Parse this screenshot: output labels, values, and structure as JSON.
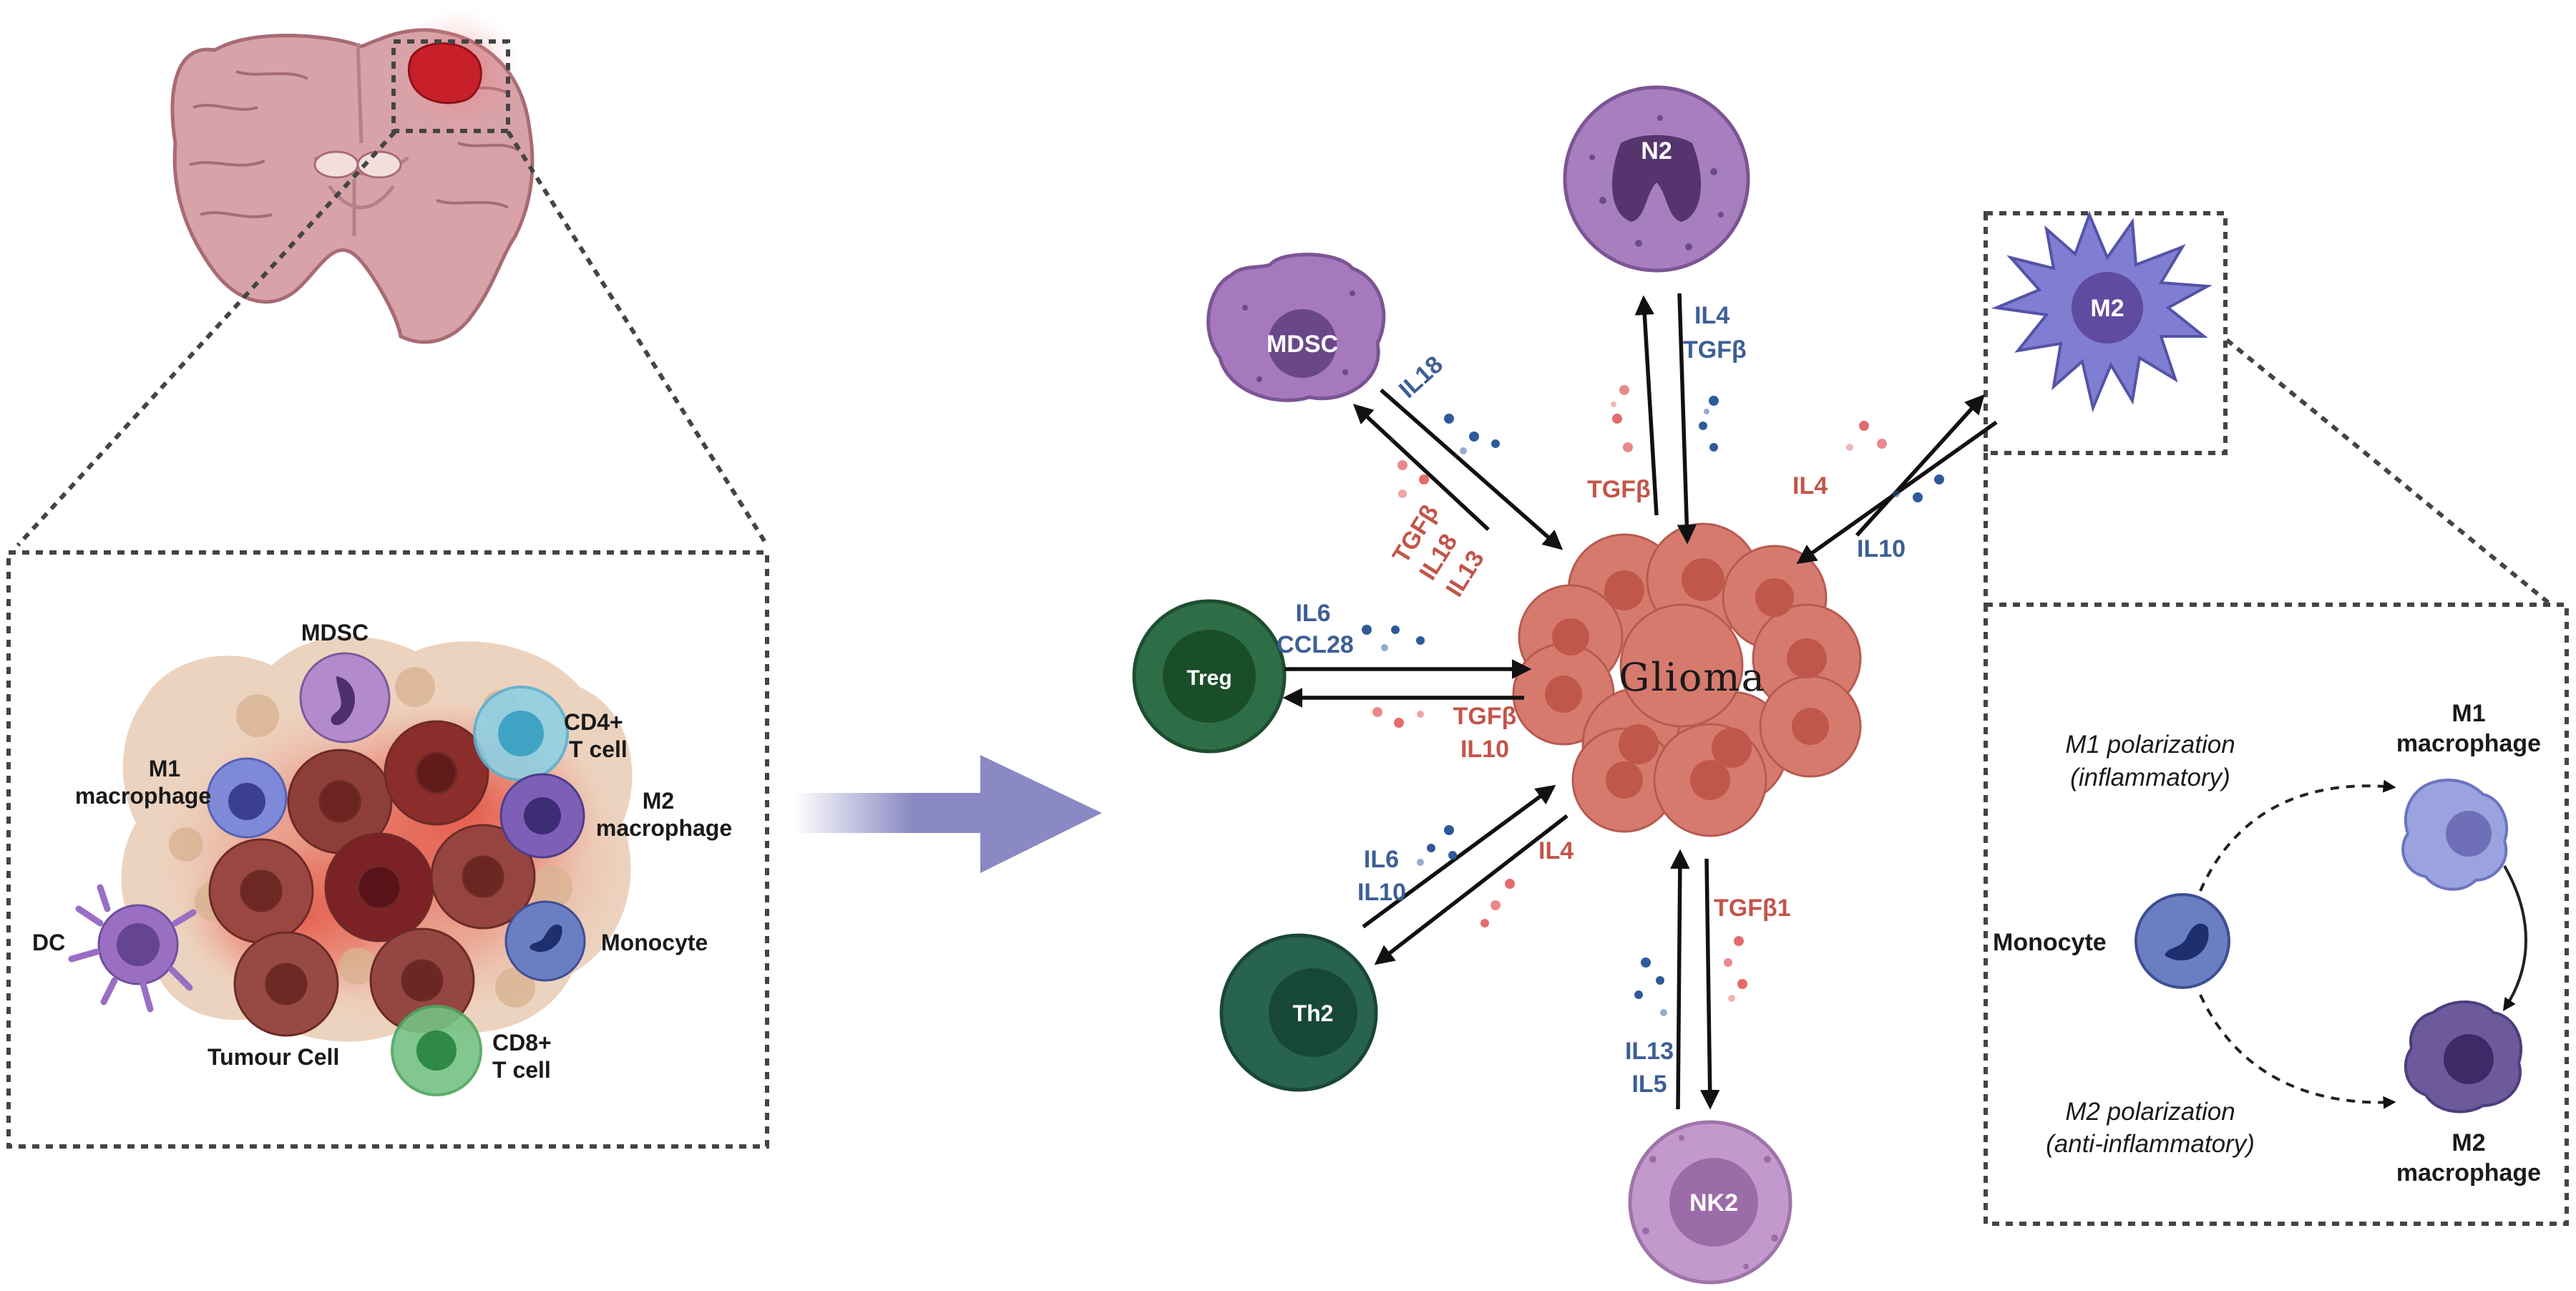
{
  "left_panel": {
    "cells": {
      "mdsc": "MDSC",
      "cd4": "CD4+\nT cell",
      "m1": "M1\nmacrophage",
      "m2": "M2\nmacrophage",
      "dc": "DC",
      "monocyte": "Monocyte",
      "tumour": "Tumour Cell",
      "cd8": "CD8+\nT cell"
    }
  },
  "center": {
    "glioma": "Glioma",
    "nodes": {
      "n2": "N2",
      "mdsc": "MDSC",
      "m2": "M2",
      "treg": "Treg",
      "th2": "Th2",
      "nk2": "NK2"
    },
    "cytokines": {
      "n2_to_glioma": [
        "IL4",
        "TGFβ"
      ],
      "glioma_to_n2": [
        "TGFβ"
      ],
      "mdsc_to_glioma": [
        "IL18"
      ],
      "glioma_to_mdsc": [
        "TGFβ",
        "IL18",
        "IL13"
      ],
      "m2_to_glioma": [
        "IL10"
      ],
      "glioma_to_m2": [
        "IL4"
      ],
      "treg_to_glioma": [
        "IL6",
        "CCL28"
      ],
      "glioma_to_treg": [
        "TGFβ",
        "IL10"
      ],
      "th2_to_glioma": [
        "IL6",
        "IL10"
      ],
      "glioma_to_th2": [
        "IL4"
      ],
      "glioma_to_nk2": [
        "TGFβ1"
      ],
      "nk2_to_glioma": [
        "IL13",
        "IL5"
      ]
    }
  },
  "right_panel": {
    "m1_title": "M1\nmacrophage",
    "m2_title": "M2\nmacrophage",
    "monocyte": "Monocyte",
    "m1_pol": "M1 polarization",
    "m1_pol_sub": "(inflammatory)",
    "m2_pol": "M2 polarization",
    "m2_pol_sub": "(anti-inflammatory)"
  },
  "colors": {
    "blue_text": "#3d5f96",
    "red_text": "#c2554a",
    "tumour": "#d67a6e",
    "purple": "#a77fbe",
    "m2_blue": "#7f7ed2",
    "treg_green": "#2e6e47",
    "th2_green": "#276350",
    "nk2_purple": "#c399cd"
  }
}
